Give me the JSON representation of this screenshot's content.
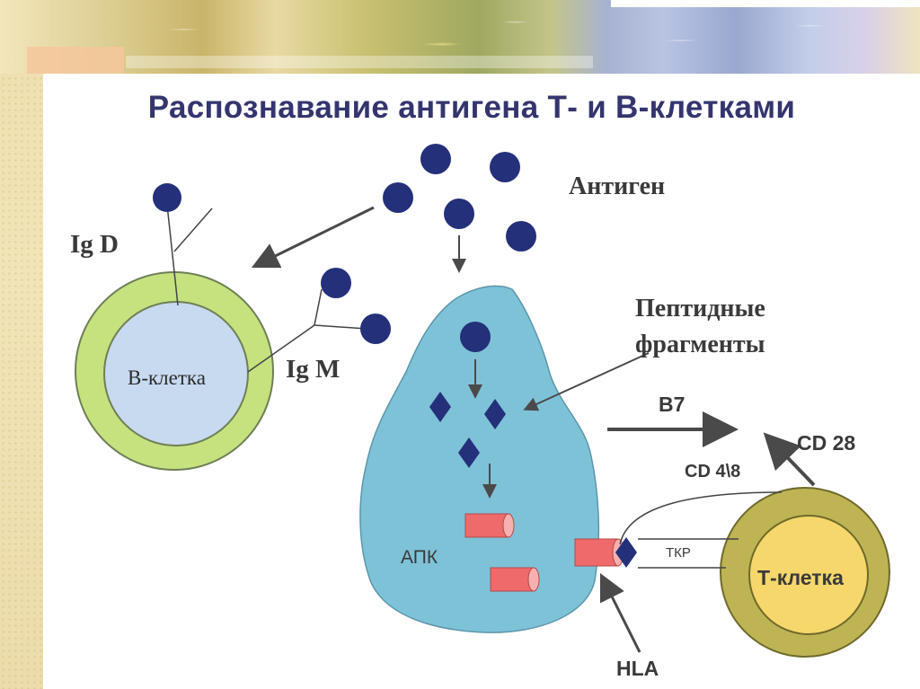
{
  "title": "Распознавание антигена Т- и В-клетками",
  "labels": {
    "antigen": "Антиген",
    "igd": "Ig D",
    "igm": "Ig M",
    "b_cell": "В-клетка",
    "peptide_line1": "Пептидные",
    "peptide_line2": "фрагменты",
    "b7": "B7",
    "cd28": "CD 28",
    "cd48": "CD 4\\8",
    "apc": "АПК",
    "tcr": "ТКР",
    "t_cell": "Т-клетка",
    "hla": "HLA"
  },
  "colors": {
    "title": "#34356e",
    "antigen_dot": "#24307a",
    "b_cell_ring": "#c5e27f",
    "b_cell_core": "#c8daf0",
    "apc_body": "#7ec2d8",
    "t_cell_ring": "#bfb454",
    "t_cell_core": "#f5d76b",
    "hla_receptor": "#ef6a6a",
    "arrow": "#4a4a4a"
  }
}
